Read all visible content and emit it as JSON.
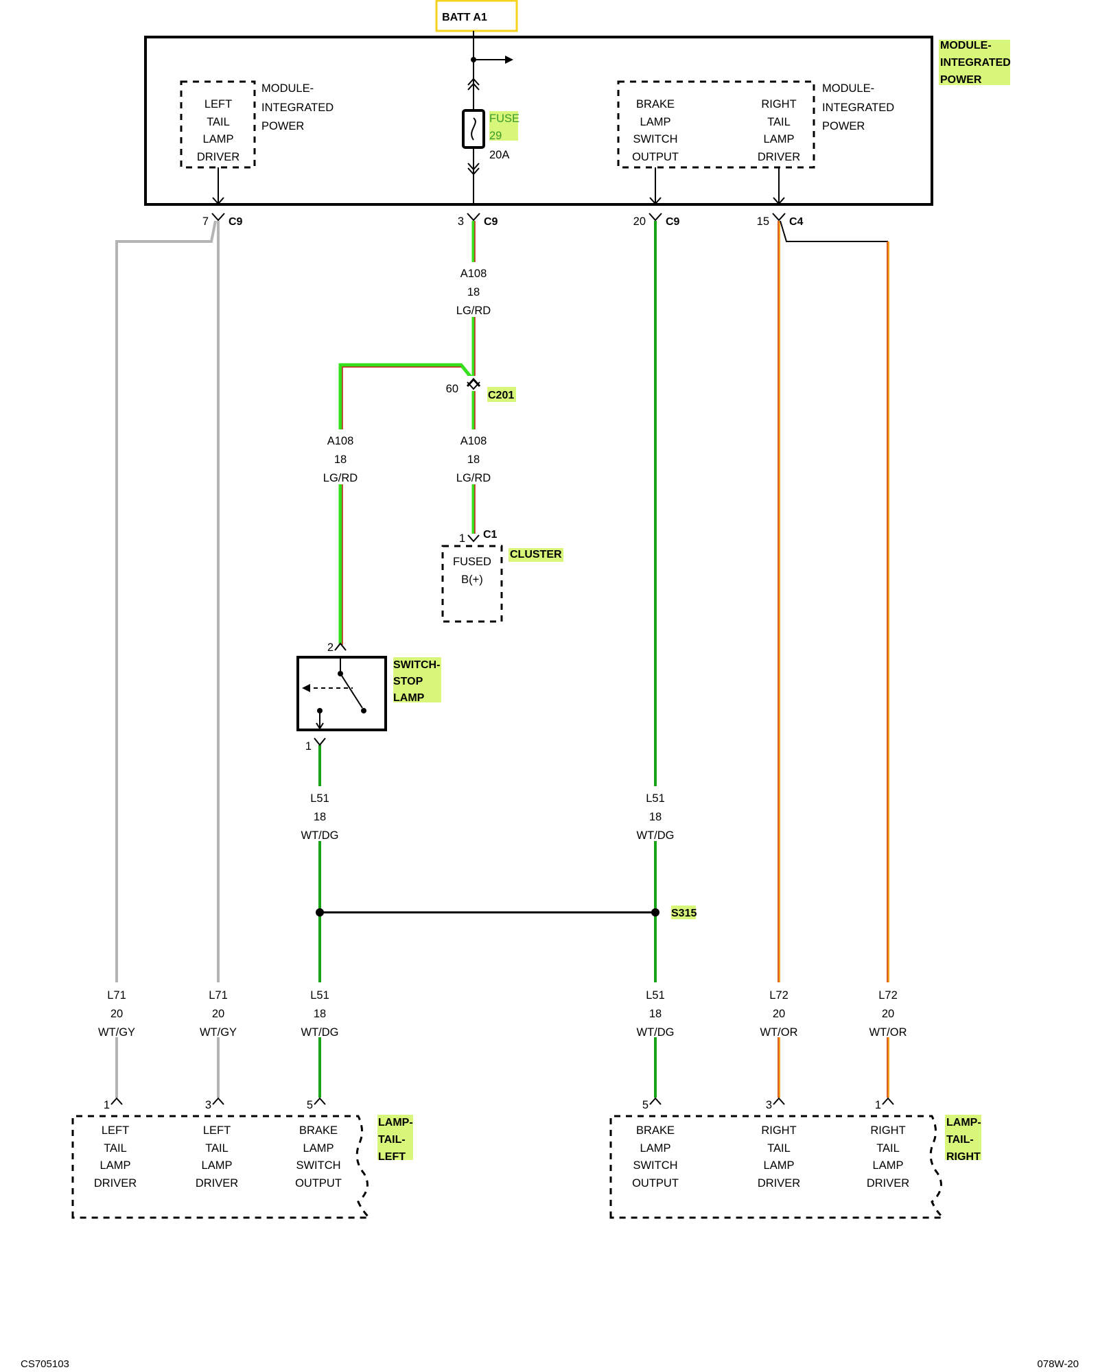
{
  "top_connector": "BATT A1",
  "module": {
    "name": [
      "MODULE-",
      "INTEGRATED",
      "POWER"
    ],
    "left_block": {
      "pin": [
        "LEFT",
        "TAIL",
        "LAMP",
        "DRIVER"
      ],
      "label": [
        "MODULE-",
        "INTEGRATED",
        "POWER"
      ]
    },
    "right_block": {
      "pin_a": [
        "BRAKE",
        "LAMP",
        "SWITCH",
        "OUTPUT"
      ],
      "pin_b": [
        "RIGHT",
        "TAIL",
        "LAMP",
        "DRIVER"
      ],
      "label": [
        "MODULE-",
        "INTEGRATED",
        "POWER"
      ]
    },
    "fuse": {
      "label": "FUSE",
      "number": "29",
      "rating": "20A"
    },
    "connectors": [
      {
        "pin": "7",
        "name": "C9"
      },
      {
        "pin": "3",
        "name": "C9"
      },
      {
        "pin": "20",
        "name": "C9"
      },
      {
        "pin": "15",
        "name": "C4"
      }
    ]
  },
  "wires": {
    "a108_top": [
      "A108",
      "18",
      "LG/RD"
    ],
    "a108_left": [
      "A108",
      "18",
      "LG/RD"
    ],
    "a108_right": [
      "A108",
      "18",
      "LG/RD"
    ],
    "l51_switch": [
      "L51",
      "18",
      "WT/DG"
    ],
    "l51_right": [
      "L51",
      "18",
      "WT/DG"
    ],
    "l71_a": [
      "L71",
      "20",
      "WT/GY"
    ],
    "l71_b": [
      "L71",
      "20",
      "WT/GY"
    ],
    "l51_bl": [
      "L51",
      "18",
      "WT/DG"
    ],
    "l51_br": [
      "L51",
      "18",
      "WT/DG"
    ],
    "l72_a": [
      "L72",
      "20",
      "WT/OR"
    ],
    "l72_b": [
      "L72",
      "20",
      "WT/OR"
    ]
  },
  "c201": {
    "pin": "60",
    "name": "C201"
  },
  "cluster": {
    "pin": "1",
    "connector": "C1",
    "name": "CLUSTER",
    "text": [
      "FUSED",
      "B(+)"
    ]
  },
  "switch": {
    "name": [
      "SWITCH-",
      "STOP",
      "LAMP"
    ],
    "pin_top": "2",
    "pin_bottom": "1"
  },
  "splice": "S315",
  "lamp_left": {
    "name": [
      "LAMP-",
      "TAIL-",
      "LEFT"
    ],
    "pins": [
      "1",
      "3",
      "5"
    ],
    "blocks": [
      [
        "LEFT",
        "TAIL",
        "LAMP",
        "DRIVER"
      ],
      [
        "LEFT",
        "TAIL",
        "LAMP",
        "DRIVER"
      ],
      [
        "BRAKE",
        "LAMP",
        "SWITCH",
        "OUTPUT"
      ]
    ]
  },
  "lamp_right": {
    "name": [
      "LAMP-",
      "TAIL-",
      "RIGHT"
    ],
    "pins": [
      "5",
      "3",
      "1"
    ],
    "blocks": [
      [
        "BRAKE",
        "LAMP",
        "SWITCH",
        "OUTPUT"
      ],
      [
        "RIGHT",
        "TAIL",
        "LAMP",
        "DRIVER"
      ],
      [
        "RIGHT",
        "TAIL",
        "LAMP",
        "DRIVER"
      ]
    ]
  },
  "footer": {
    "left": "CS705103",
    "right": "078W-20"
  },
  "colors": {
    "wire_green": "#19a319",
    "wire_bright_green": "#33e01b",
    "wire_red": "#c81e1e",
    "wire_gray": "#b4b4b4",
    "wire_orange": "#f0a020",
    "highlight": "#d8f77a",
    "batt_box": "#f5d21e"
  }
}
